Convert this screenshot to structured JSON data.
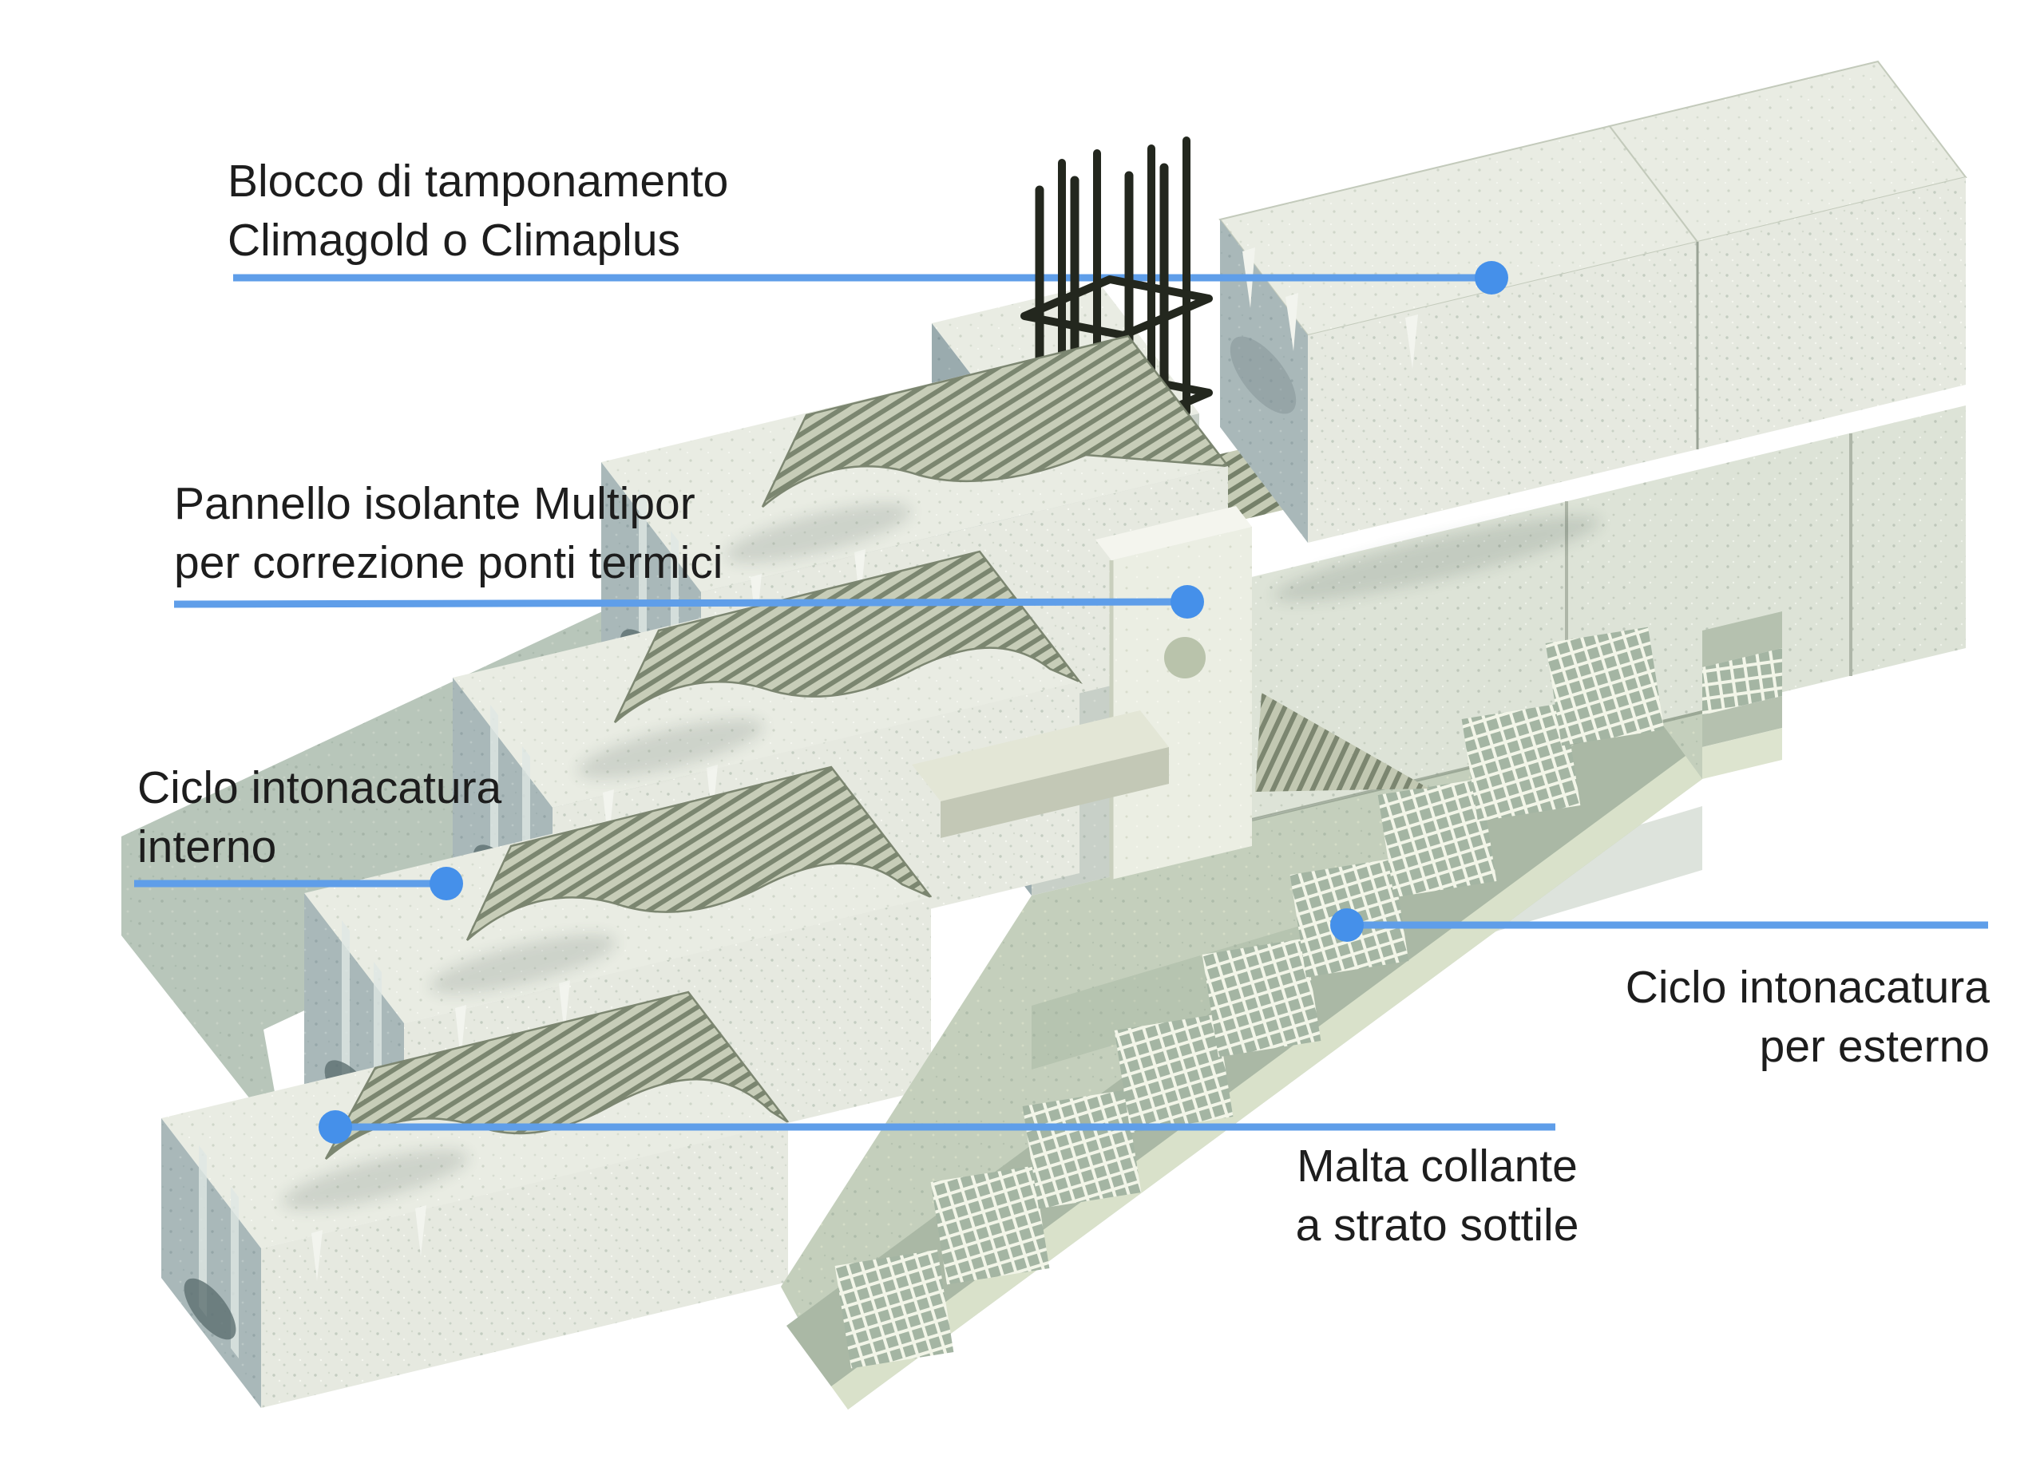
{
  "callouts": {
    "blocco": {
      "lines": [
        "Blocco di tamponamento",
        "Climagold o Climaplus"
      ]
    },
    "pannello": {
      "lines": [
        "Pannello isolante Multipor",
        "per correzione ponti termici"
      ]
    },
    "interno": {
      "lines": [
        "Ciclo intonacatura",
        "interno"
      ]
    },
    "esterno": {
      "lines": [
        "Ciclo intonacatura",
        "per esterno"
      ]
    },
    "malta": {
      "lines": [
        "Malta collante",
        "a strato sottile"
      ]
    }
  },
  "colors": {
    "leader_line": "#5f9ee9",
    "leader_dot": "#4590ea",
    "block_face": "#e6e9e0",
    "block_shaded_face": "#a9b8b9",
    "interior_plaster": "#bfcbc0",
    "exterior_render": "#c4cfbc",
    "mortar_hatch": "#76816a",
    "mesh": "#f2f5e8",
    "rebar": "#23271e",
    "multipor_panel": "#ebeee3",
    "text": "#1d1d1d",
    "background": "#ffffff"
  }
}
